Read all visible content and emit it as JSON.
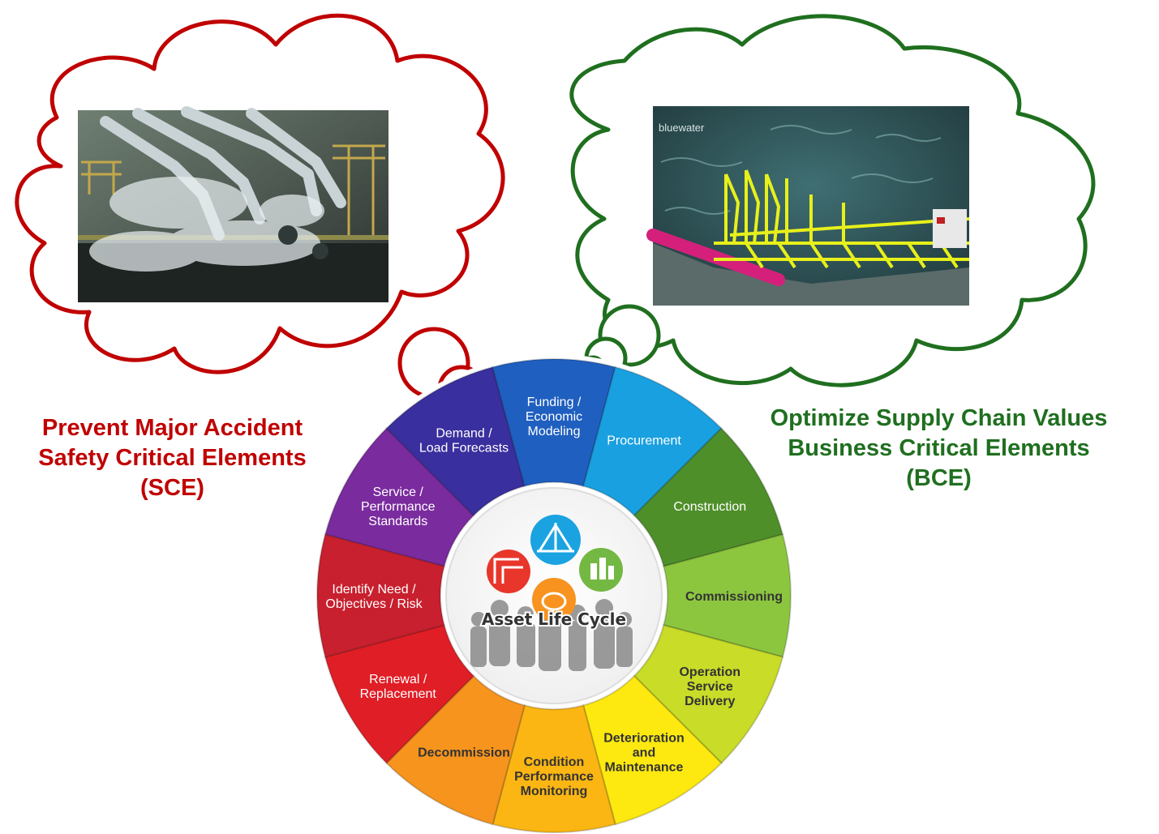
{
  "left_thought": {
    "lines": [
      "Prevent Major Accident",
      "Safety Critical Elements",
      "(SCE)"
    ],
    "color": "#c00000",
    "photo_icon": "lng-transfer-arms-photo"
  },
  "right_thought": {
    "lines": [
      "Optimize Supply Chain Values",
      "Business Critical Elements",
      "(BCE)"
    ],
    "color": "#1f6f1f",
    "photo_icon": "offshore-platform-photo",
    "photo_watermark": "bluewater"
  },
  "wheel": {
    "center_label": "Asset Life Cycle",
    "segments": [
      {
        "id": "service-performance-standards",
        "lines": [
          "Service /",
          "Performance",
          "Standards"
        ],
        "color": "#7a2b9e",
        "text_color": "#ffffff"
      },
      {
        "id": "demand-load-forecasts",
        "lines": [
          "Demand /",
          "Load Forecasts"
        ],
        "color": "#3a2f9e",
        "text_color": "#ffffff"
      },
      {
        "id": "funding-economic-modeling",
        "lines": [
          "Funding /",
          "Economic",
          "Modeling"
        ],
        "color": "#1f5fc0",
        "text_color": "#ffffff"
      },
      {
        "id": "procurement",
        "lines": [
          "Procurement"
        ],
        "color": "#19a0e0",
        "text_color": "#ffffff"
      },
      {
        "id": "construction",
        "lines": [
          "Construction"
        ],
        "color": "#4f8f2a",
        "text_color": "#ffffff"
      },
      {
        "id": "commissioning",
        "lines": [
          "Commissioning"
        ],
        "color": "#8cc63f",
        "text_color": "#333333"
      },
      {
        "id": "operation-service-delivery",
        "lines": [
          "Operation",
          "Service",
          "Delivery"
        ],
        "color": "#c8dc28",
        "text_color": "#333333"
      },
      {
        "id": "deterioration-and-maintenance",
        "lines": [
          "Deterioration",
          "and",
          "Maintenance"
        ],
        "color": "#fde910",
        "text_color": "#333333"
      },
      {
        "id": "condition-performance-monitoring",
        "lines": [
          "Condition",
          "Performance",
          "Monitoring"
        ],
        "color": "#fbb613",
        "text_color": "#333333"
      },
      {
        "id": "decommission",
        "lines": [
          "Decommission"
        ],
        "color": "#f7941d",
        "text_color": "#333333"
      },
      {
        "id": "renewal-replacement",
        "lines": [
          "Renewal /",
          "Replacement"
        ],
        "color": "#e01e26",
        "text_color": "#ffffff"
      },
      {
        "id": "identify-need-objectives-risk",
        "lines": [
          "Identify Need /",
          "Objectives / Risk"
        ],
        "color": "#c8202e",
        "text_color": "#ffffff"
      }
    ]
  }
}
